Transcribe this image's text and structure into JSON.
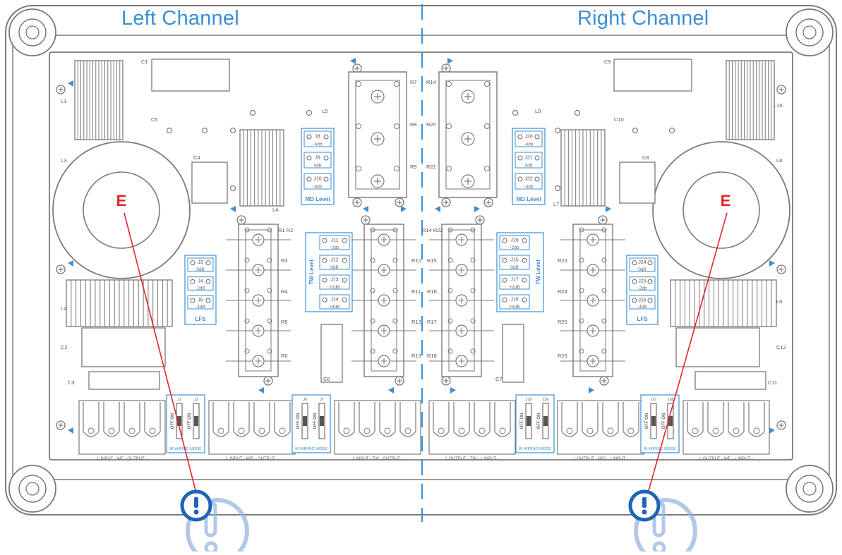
{
  "header": {
    "left": "Left Channel",
    "right": "Right Channel"
  },
  "colors": {
    "accent": "#3b8fd6",
    "marker": "#e3242b",
    "line": "#7a7a7a",
    "panel": "#3b8fd6",
    "warning": "#1f64b5",
    "warning_halo": "#9ab4e4"
  },
  "markers": {
    "left": "E",
    "right": "E"
  },
  "components": {
    "caps_left": [
      "C1",
      "C5",
      "C2",
      "C3",
      "C4",
      "C6"
    ],
    "caps_right": [
      "C9",
      "C10",
      "C8",
      "C7",
      "C12",
      "C11"
    ],
    "coils_left": [
      "L1",
      "L2",
      "L3",
      "L4",
      "L5"
    ],
    "coils_right": [
      "L10",
      "L9",
      "L8",
      "L7",
      "L6"
    ],
    "resistors_left": [
      "R1 R2",
      "R3",
      "R4",
      "R5",
      "R6",
      "R7",
      "R8",
      "R9",
      "R10",
      "R11",
      "R12",
      "R13"
    ],
    "resistors_right": [
      "R14",
      "R20",
      "R21",
      "R14 R22",
      "R15",
      "R16",
      "R17",
      "R18",
      "R23",
      "R24",
      "R25",
      "R26"
    ]
  },
  "jumpers": {
    "lf_left": {
      "title": "LFS",
      "items": [
        {
          "id": "J3",
          "val": "0dB"
        },
        {
          "id": "J4",
          "val": "-2dB"
        },
        {
          "id": "J5",
          "val": "-4dB"
        }
      ]
    },
    "md_left": {
      "title": "MD Level",
      "items": [
        {
          "id": "J8",
          "val": "-4db"
        },
        {
          "id": "J9",
          "val": "0db"
        },
        {
          "id": "J10",
          "val": "-4db"
        }
      ]
    },
    "tw_left": {
      "title": "TW Level",
      "items": [
        {
          "id": "J11",
          "val": "-2db"
        },
        {
          "id": "J12",
          "val": "0dB"
        },
        {
          "id": "J13",
          "val": "+2dB"
        },
        {
          "id": "J14",
          "val": "+4dB"
        }
      ]
    },
    "tw_right": {
      "title": "TW Level",
      "items": [
        {
          "id": "J16",
          "val": "-2db"
        },
        {
          "id": "J15",
          "val": "0dB"
        },
        {
          "id": "J17",
          "val": "+2dB"
        },
        {
          "id": "J18",
          "val": "+4dB"
        }
      ]
    },
    "md_right": {
      "title": "MD Level",
      "items": [
        {
          "id": "J20",
          "val": "-4db"
        },
        {
          "id": "J21",
          "val": "0db"
        },
        {
          "id": "J22",
          "val": "-4db"
        }
      ]
    },
    "lf_right": {
      "title": "LFS",
      "items": [
        {
          "id": "J24",
          "val": "0dB"
        },
        {
          "id": "J23",
          "val": "-2db"
        },
        {
          "id": "J25",
          "val": "-4dB"
        }
      ]
    }
  },
  "bottom": {
    "terminals_left": [
      "L INPUT  -  WF  -  OUTPUT  -",
      "L INPUT  -  MID  -  OUTPUT  -",
      "L INPUT  -  TW  -  OUTPUT  -"
    ],
    "terminals_right": [
      "L OUTPUT  -  TW  -  L INPUT  -",
      "L OUTPUT  -  MID  -  L INPUT  -",
      "L OUTPUT  -  WF  -  L INPUT  -"
    ],
    "bi_labels": [
      "BI-WIRING MODE",
      "BI-WIRING MODE",
      "BI-WIRING MODE",
      "BI-WIRING MODE"
    ],
    "switch_ids": [
      "J1",
      "J2",
      "J6",
      "J7",
      "J19",
      "J26",
      "J27",
      "J28"
    ],
    "switch_state": "OFF ON"
  }
}
